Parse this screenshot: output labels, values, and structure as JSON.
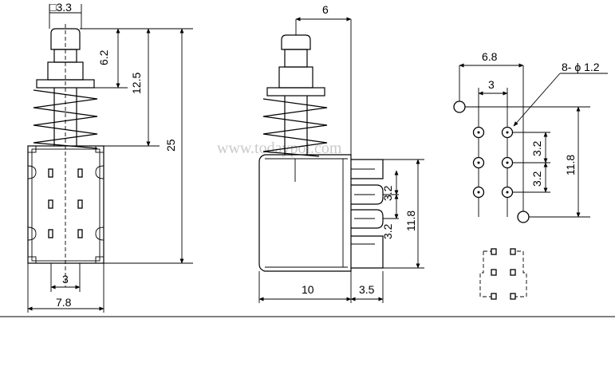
{
  "watermark": "www.todaypoi.com",
  "colors": {
    "line": "#000000",
    "background": "#ffffff",
    "watermark": "#c9c9c9"
  },
  "front_view": {
    "dims": {
      "cap": "□3.3",
      "plunger": "6.2",
      "stroke": "12.5",
      "total": "25",
      "pitch": "3",
      "width": "7.8"
    }
  },
  "side_view": {
    "dims": {
      "offset": "6",
      "pitch_a": "3.2",
      "pitch_b": "3.2",
      "span": "11.8",
      "body": "10",
      "lead": "3.5"
    }
  },
  "pcb_layout": {
    "dims": {
      "outer": "6.8",
      "inner": "3",
      "hole": "8- ϕ 1.2",
      "pitch_a": "3.2",
      "pitch_b": "3.2",
      "span": "11.8"
    }
  }
}
